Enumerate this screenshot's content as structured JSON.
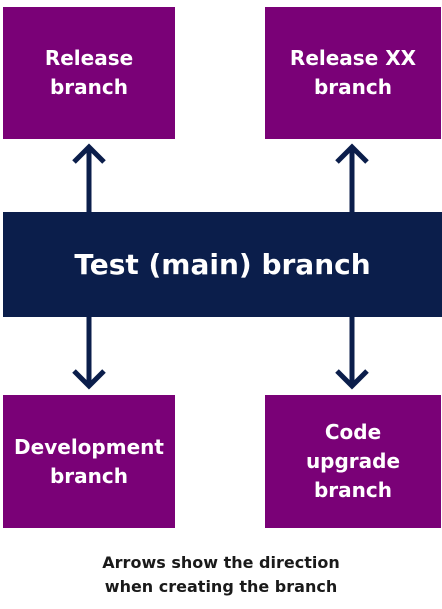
{
  "diagram": {
    "top_left_box": {
      "line1": "Release",
      "line2": "branch"
    },
    "top_right_box": {
      "line1": "Release XX",
      "line2": "branch"
    },
    "center_box": {
      "label": "Test (main) branch"
    },
    "bottom_left_box": {
      "line1": "Development",
      "line2": "branch"
    },
    "bottom_right_box": {
      "line1": "Code",
      "line2": "upgrade",
      "line3": "branch"
    },
    "caption": {
      "line1": "Arrows show the direction",
      "line2": "when creating the branch"
    },
    "colors": {
      "branch_box": "#7a0177",
      "main_box": "#0b1e4b",
      "arrow": "#0b1e4b",
      "text_on_box": "#ffffff",
      "caption_text": "#1a1a1a"
    }
  }
}
